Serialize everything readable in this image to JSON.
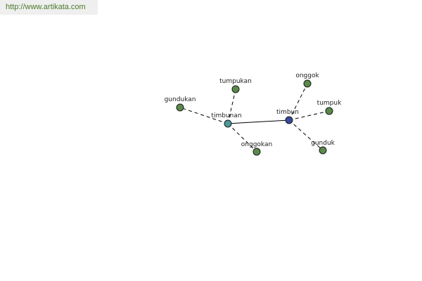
{
  "banner": {
    "url": "http://www.artikata.com",
    "text_color": "#4a7a2a",
    "background": "#efefef"
  },
  "diagram": {
    "colors": {
      "related_node": "#5a8a4a",
      "timbunan_node": "#4a9a9a",
      "timbun_node": "#3a4a9a"
    },
    "nodes": [
      {
        "id": "timbunan",
        "label": "timbunan",
        "kind": "center"
      },
      {
        "id": "timbun",
        "label": "timbun",
        "kind": "root"
      },
      {
        "id": "tumpukan",
        "label": "tumpukan",
        "kind": "related"
      },
      {
        "id": "gundukan",
        "label": "gundukan",
        "kind": "related"
      },
      {
        "id": "onggokan",
        "label": "onggokan",
        "kind": "related"
      },
      {
        "id": "onggok",
        "label": "onggok",
        "kind": "related"
      },
      {
        "id": "tumpuk",
        "label": "tumpuk",
        "kind": "related"
      },
      {
        "id": "gunduk",
        "label": "gunduk",
        "kind": "related"
      }
    ],
    "edges": [
      {
        "from": "timbunan",
        "to": "timbun",
        "style": "solid"
      },
      {
        "from": "timbunan",
        "to": "tumpukan",
        "style": "dashed"
      },
      {
        "from": "timbunan",
        "to": "gundukan",
        "style": "dashed"
      },
      {
        "from": "timbunan",
        "to": "onggokan",
        "style": "dashed"
      },
      {
        "from": "timbun",
        "to": "onggok",
        "style": "dashed"
      },
      {
        "from": "timbun",
        "to": "tumpuk",
        "style": "dashed"
      },
      {
        "from": "timbun",
        "to": "gunduk",
        "style": "dashed"
      }
    ]
  }
}
